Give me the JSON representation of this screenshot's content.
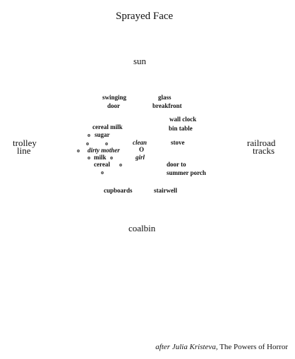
{
  "title": "Sprayed Face",
  "compass": {
    "north": "sun",
    "south": "coalbin",
    "west": [
      "trolley",
      "line"
    ],
    "east": [
      "railroad",
      "tracks"
    ]
  },
  "words": {
    "swinging": "swinging",
    "door": "door",
    "glass": "glass",
    "breakfront": "breakfront",
    "wall_clock": "wall clock",
    "bin_table": "bin table",
    "cereal_milk": "cereal  milk",
    "sugar": "sugar",
    "clean": "clean",
    "stove": "stove",
    "dirty_mother": "dirty mother",
    "girl": "girl",
    "milk": "milk",
    "cereal": "cereal",
    "door_to": "door to",
    "summer_porch": "summer porch",
    "cupboards": "cupboards",
    "stairwell": "stairwell",
    "circle_small": "o",
    "circle_large": "O"
  },
  "attribution": {
    "prefix": "after Julia Kristeva,",
    "work": "The Powers of Horror"
  }
}
